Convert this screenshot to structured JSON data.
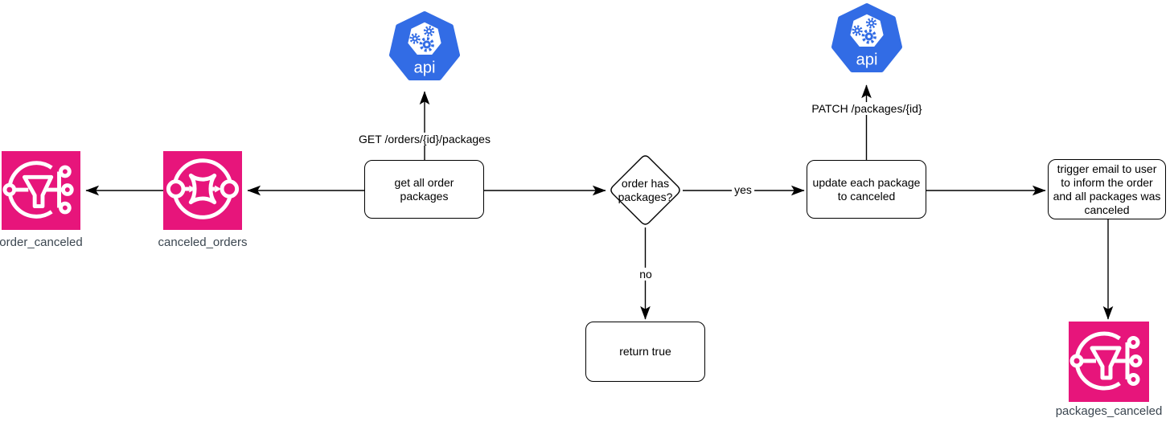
{
  "diagram": {
    "background": "#ffffff",
    "colors": {
      "eventbridge_pink": "#E7157B",
      "kubernetes_blue": "#326CE5",
      "caption_text": "#3b4650",
      "connector": "#000000"
    },
    "nodes": {
      "order_canceled": {
        "label": "order_canceled",
        "icon": "eventbridge-rule-icon"
      },
      "canceled_orders": {
        "label": "canceled_orders",
        "icon": "eventbridge-bus-icon"
      },
      "api_get": {
        "label": "api",
        "icon": "kubernetes-api-icon"
      },
      "get_packages": {
        "label": "get all order packages"
      },
      "decision": {
        "label": "order has packages?"
      },
      "return_true": {
        "label": "return true"
      },
      "api_patch": {
        "label": "api",
        "icon": "kubernetes-api-icon"
      },
      "update_packages": {
        "label": "update each package to canceled"
      },
      "trigger_email": {
        "label": "trigger email to user to inform the order and all packages was canceled"
      },
      "packages_canceled": {
        "label": "packages_canceled",
        "icon": "eventbridge-rule-icon"
      }
    },
    "edge_labels": {
      "get_request": "GET /orders/{id}/packages",
      "patch_request": "PATCH /packages/{id}",
      "yes": "yes",
      "no": "no"
    }
  }
}
